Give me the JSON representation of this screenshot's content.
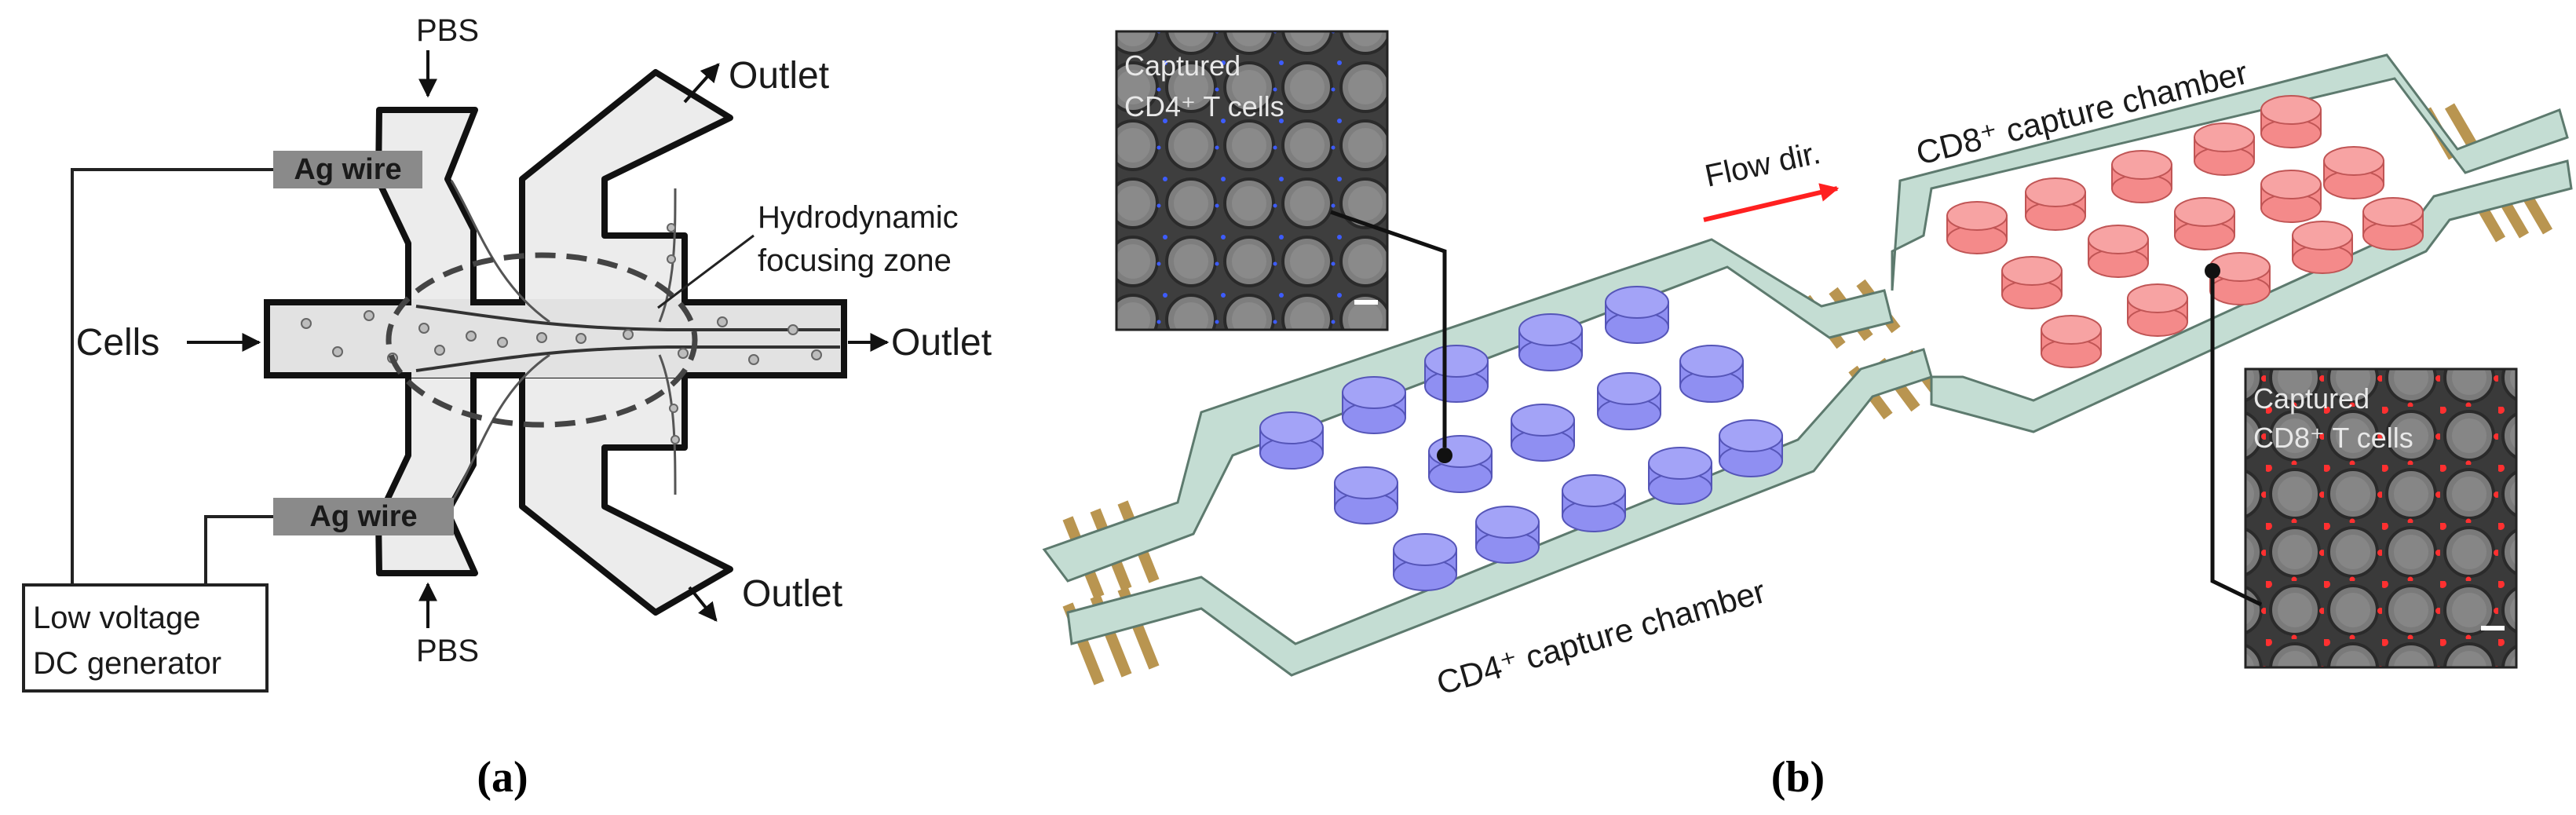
{
  "panel_a": {
    "caption": "(a)",
    "labels": {
      "pbs_top": "PBS",
      "pbs_bottom": "PBS",
      "ag_wire_top": "Ag wire",
      "ag_wire_bottom": "Ag wire",
      "cells": "Cells",
      "outlet_top": "Outlet",
      "outlet_right": "Outlet",
      "outlet_bottom": "Outlet",
      "focus_line1": "Hydrodynamic",
      "focus_line2": "focusing zone",
      "generator_line1": "Low voltage",
      "generator_line2": "DC generator"
    }
  },
  "panel_b": {
    "caption": "(b)",
    "labels": {
      "flow_dir": "Flow dir.",
      "cd8_chamber": "CD8⁺ capture chamber",
      "cd4_chamber": "CD4⁺ capture chamber",
      "cd4_photo_line1": "Captured",
      "cd4_photo_line2": "CD4⁺ T cells",
      "cd8_photo_line1": "Captured",
      "cd8_photo_line2": "CD8⁺ T cells"
    },
    "colors": {
      "channel": "#c4ddd3",
      "cd4_posts": "#8f8ff2",
      "cd8_posts": "#f48a8a",
      "electrodes": "#b99550",
      "flow_arrow": "#ff2020"
    }
  }
}
